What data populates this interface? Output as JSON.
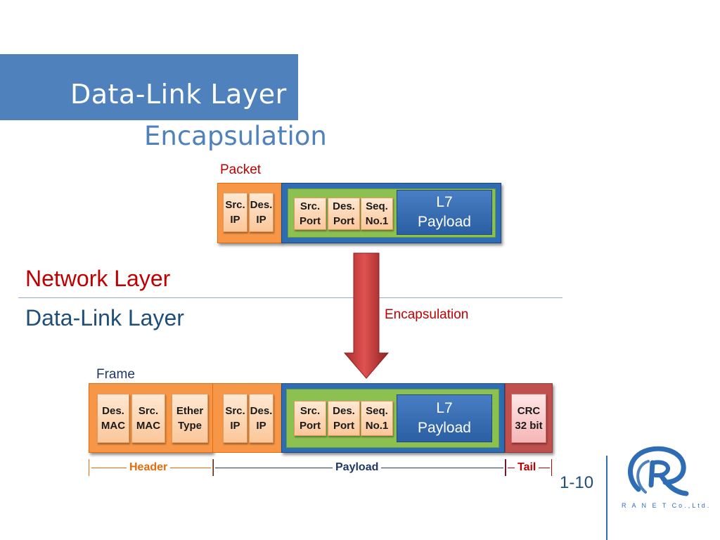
{
  "title": {
    "line1": "Data-Link Layer",
    "line2": "Encapsulation"
  },
  "packet": {
    "label": "Packet",
    "ip_fields": [
      "Src.\nIP",
      "Des.\nIP"
    ],
    "transport_fields": [
      "Src.\nPort",
      "Des.\nPort",
      "Seq.\nNo.1"
    ],
    "payload": "L7\nPayload"
  },
  "layers": {
    "upper": "Network Layer",
    "lower": "Data-Link Layer"
  },
  "arrow_label": "Encapsulation",
  "frame": {
    "label": "Frame",
    "mac_fields": [
      "Des.\nMAC",
      "Src.\nMAC",
      "Ether\nType"
    ],
    "ip_fields": [
      "Src.\nIP",
      "Des.\nIP"
    ],
    "transport_fields": [
      "Src.\nPort",
      "Des.\nPort",
      "Seq.\nNo.1"
    ],
    "payload": "L7\nPayload",
    "trailer": "CRC\n32 bit"
  },
  "segments": {
    "header": "Header",
    "payload": "Payload",
    "tail": "Tail"
  },
  "slide_number": "1-10",
  "logo": {
    "text": "R A N E T Co.,Ltd."
  },
  "colors": {
    "header_blue": "#4f81bd",
    "network_red": "#c00000",
    "header_orange": "#e46c0a",
    "payload_navy": "#1f3864",
    "tail_red": "#c00000"
  }
}
